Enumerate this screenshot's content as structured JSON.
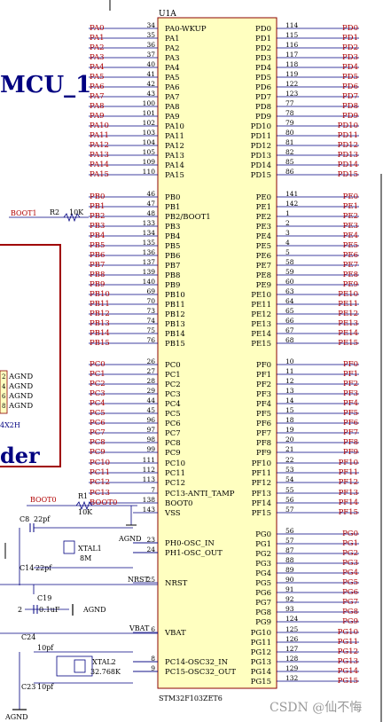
{
  "chip": {
    "ref": "U1A",
    "part": "STM32F103ZET6",
    "color_fill": "#ffffc0",
    "color_border": "#8b0000"
  },
  "colors": {
    "net_label": "#b00000",
    "wire": "#000080",
    "pin_number": "#000000",
    "block_border": "#a00000",
    "component": "#000080"
  },
  "left_pins": [
    {
      "name": "PA0-WKUP",
      "num": "34",
      "net": "PA0"
    },
    {
      "name": "PA1",
      "num": "35",
      "net": "PA1"
    },
    {
      "name": "PA2",
      "num": "36",
      "net": "PA2"
    },
    {
      "name": "PA3",
      "num": "37",
      "net": "PA3"
    },
    {
      "name": "PA4",
      "num": "40",
      "net": "PA4"
    },
    {
      "name": "PA5",
      "num": "41",
      "net": "PA5"
    },
    {
      "name": "PA6",
      "num": "42",
      "net": "PA6"
    },
    {
      "name": "PA7",
      "num": "43",
      "net": "PA7"
    },
    {
      "name": "PA8",
      "num": "100",
      "net": "PA8"
    },
    {
      "name": "PA9",
      "num": "101",
      "net": "PA9"
    },
    {
      "name": "PA10",
      "num": "102",
      "net": "PA10"
    },
    {
      "name": "PA11",
      "num": "103",
      "net": "PA11"
    },
    {
      "name": "PA12",
      "num": "104",
      "net": "PA12"
    },
    {
      "name": "PA13",
      "num": "105",
      "net": "PA13"
    },
    {
      "name": "PA14",
      "num": "109",
      "net": "PA14"
    },
    {
      "name": "PA15",
      "num": "110",
      "net": "PA15"
    },
    {
      "name": "PB0",
      "num": "46",
      "net": "PB0"
    },
    {
      "name": "PB1",
      "num": "47",
      "net": "PB1"
    },
    {
      "name": "PB2/BOOT1",
      "num": "48",
      "net": "PB2"
    },
    {
      "name": "PB3",
      "num": "133",
      "net": "PB3"
    },
    {
      "name": "PB4",
      "num": "134",
      "net": "PB4"
    },
    {
      "name": "PB5",
      "num": "135",
      "net": "PB5"
    },
    {
      "name": "PB6",
      "num": "136",
      "net": "PB6"
    },
    {
      "name": "PB7",
      "num": "137",
      "net": "PB7"
    },
    {
      "name": "PB8",
      "num": "139",
      "net": "PB8"
    },
    {
      "name": "PB9",
      "num": "140",
      "net": "PB9"
    },
    {
      "name": "PB10",
      "num": "69",
      "net": "PB10"
    },
    {
      "name": "PB11",
      "num": "70",
      "net": "PB11"
    },
    {
      "name": "PB12",
      "num": "73",
      "net": "PB12"
    },
    {
      "name": "PB13",
      "num": "74",
      "net": "PB13"
    },
    {
      "name": "PB14",
      "num": "75",
      "net": "PB14"
    },
    {
      "name": "PB15",
      "num": "76",
      "net": "PB15"
    },
    {
      "name": "PC0",
      "num": "26",
      "net": "PC0"
    },
    {
      "name": "PC1",
      "num": "27",
      "net": "PC1"
    },
    {
      "name": "PC2",
      "num": "28",
      "net": "PC2"
    },
    {
      "name": "PC3",
      "num": "29",
      "net": "PC3"
    },
    {
      "name": "PC4",
      "num": "44",
      "net": "PC4"
    },
    {
      "name": "PC5",
      "num": "45",
      "net": "PC5"
    },
    {
      "name": "PC6",
      "num": "96",
      "net": "PC6"
    },
    {
      "name": "PC7",
      "num": "97",
      "net": "PC7"
    },
    {
      "name": "PC8",
      "num": "98",
      "net": "PC8"
    },
    {
      "name": "PC9",
      "num": "99",
      "net": "PC9"
    },
    {
      "name": "PC10",
      "num": "111",
      "net": "PC10"
    },
    {
      "name": "PC11",
      "num": "112",
      "net": "PC11"
    },
    {
      "name": "PC12",
      "num": "113",
      "net": "PC12"
    },
    {
      "name": "PC13-ANTI_TAMP",
      "num": "7",
      "net": "PC13"
    },
    {
      "name": "BOOT0",
      "num": "138",
      "net": "BOOT0"
    },
    {
      "name": "VSS",
      "num": "143",
      "net": ""
    },
    {
      "name": "PH0-OSC_IN",
      "num": "23",
      "net": ""
    },
    {
      "name": "PH1-OSC_OUT",
      "num": "24",
      "net": ""
    },
    {
      "name": "NRST",
      "num": "25",
      "net": "NRST"
    },
    {
      "name": "VBAT",
      "num": "6",
      "net": "VBAT"
    },
    {
      "name": "PC14-OSC32_IN",
      "num": "8",
      "net": ""
    },
    {
      "name": "PC15-OSC32_OUT",
      "num": "9",
      "net": ""
    }
  ],
  "right_pins": [
    {
      "name": "PD0",
      "num": "114",
      "net": "PD0"
    },
    {
      "name": "PD1",
      "num": "115",
      "net": "PD1"
    },
    {
      "name": "PD2",
      "num": "116",
      "net": "PD2"
    },
    {
      "name": "PD3",
      "num": "117",
      "net": "PD3"
    },
    {
      "name": "PD4",
      "num": "118",
      "net": "PD4"
    },
    {
      "name": "PD5",
      "num": "119",
      "net": "PD5"
    },
    {
      "name": "PD6",
      "num": "122",
      "net": "PD6"
    },
    {
      "name": "PD7",
      "num": "123",
      "net": "PD7"
    },
    {
      "name": "PD8",
      "num": "77",
      "net": "PD8"
    },
    {
      "name": "PD9",
      "num": "78",
      "net": "PD9"
    },
    {
      "name": "PD10",
      "num": "79",
      "net": "PD10"
    },
    {
      "name": "PD11",
      "num": "80",
      "net": "PD11"
    },
    {
      "name": "PD12",
      "num": "81",
      "net": "PD12"
    },
    {
      "name": "PD13",
      "num": "82",
      "net": "PD13"
    },
    {
      "name": "PD14",
      "num": "85",
      "net": "PD14"
    },
    {
      "name": "PD15",
      "num": "86",
      "net": "PD15"
    },
    {
      "name": "PE0",
      "num": "141",
      "net": "PE0"
    },
    {
      "name": "PE1",
      "num": "142",
      "net": "PE1"
    },
    {
      "name": "PE2",
      "num": "1",
      "net": "PE2"
    },
    {
      "name": "PE3",
      "num": "2",
      "net": "PE3"
    },
    {
      "name": "PE4",
      "num": "3",
      "net": "PE4"
    },
    {
      "name": "PE5",
      "num": "4",
      "net": "PE5"
    },
    {
      "name": "PE6",
      "num": "5",
      "net": "PE6"
    },
    {
      "name": "PE7",
      "num": "58",
      "net": "PE7"
    },
    {
      "name": "PE8",
      "num": "59",
      "net": "PE8"
    },
    {
      "name": "PE9",
      "num": "60",
      "net": "PE9"
    },
    {
      "name": "PE10",
      "num": "63",
      "net": "PE10"
    },
    {
      "name": "PE11",
      "num": "64",
      "net": "PE11"
    },
    {
      "name": "PE12",
      "num": "65",
      "net": "PE12"
    },
    {
      "name": "PE13",
      "num": "66",
      "net": "PE13"
    },
    {
      "name": "PE14",
      "num": "67",
      "net": "PE14"
    },
    {
      "name": "PE15",
      "num": "68",
      "net": "PE15"
    },
    {
      "name": "PF0",
      "num": "10",
      "net": "PF0"
    },
    {
      "name": "PF1",
      "num": "11",
      "net": "PF1"
    },
    {
      "name": "PF2",
      "num": "12",
      "net": "PF2"
    },
    {
      "name": "PF3",
      "num": "13",
      "net": "PF3"
    },
    {
      "name": "PF4",
      "num": "14",
      "net": "PF4"
    },
    {
      "name": "PF5",
      "num": "15",
      "net": "PF5"
    },
    {
      "name": "PF6",
      "num": "18",
      "net": "PF6"
    },
    {
      "name": "PF7",
      "num": "19",
      "net": "PF7"
    },
    {
      "name": "PF8",
      "num": "20",
      "net": "PF8"
    },
    {
      "name": "PF9",
      "num": "21",
      "net": "PF9"
    },
    {
      "name": "PF10",
      "num": "22",
      "net": "PF10"
    },
    {
      "name": "PF11",
      "num": "53",
      "net": "PF11"
    },
    {
      "name": "PF12",
      "num": "54",
      "net": "PF12"
    },
    {
      "name": "PF13",
      "num": "55",
      "net": "PF13"
    },
    {
      "name": "PF14",
      "num": "56",
      "net": "PF14"
    },
    {
      "name": "PF15",
      "num": "57",
      "net": "PF15"
    },
    {
      "name": "PG0",
      "num": "56",
      "net": "PG0"
    },
    {
      "name": "PG1",
      "num": "57",
      "net": "PG1"
    },
    {
      "name": "PG2",
      "num": "87",
      "net": "PG2"
    },
    {
      "name": "PG3",
      "num": "88",
      "net": "PG3"
    },
    {
      "name": "PG4",
      "num": "89",
      "net": "PG4"
    },
    {
      "name": "PG5",
      "num": "90",
      "net": "PG5"
    },
    {
      "name": "PG6",
      "num": "91",
      "net": "PG6"
    },
    {
      "name": "PG7",
      "num": "92",
      "net": "PG7"
    },
    {
      "name": "PG8",
      "num": "93",
      "net": "PG8"
    },
    {
      "name": "PG9",
      "num": "124",
      "net": "PG9"
    },
    {
      "name": "PG10",
      "num": "125",
      "net": "PG10"
    },
    {
      "name": "PG11",
      "num": "126",
      "net": "PG11"
    },
    {
      "name": "PG12",
      "num": "127",
      "net": "PG12"
    },
    {
      "name": "PG13",
      "num": "128",
      "net": "PG13"
    },
    {
      "name": "PG14",
      "num": "129",
      "net": "PG14"
    },
    {
      "name": "PG15",
      "num": "132",
      "net": "PG15"
    }
  ],
  "labels": {
    "block_title": "MCU_1",
    "block_footer": "der",
    "boot1_net": "BOOT1",
    "r2_ref": "R2",
    "r2_val": "10K",
    "boot0_net": "BOOT0",
    "r1_ref": "R1",
    "r1_val": "10K",
    "header_ref": "4X2H",
    "agnd": "AGND",
    "agnd_pins": [
      "AGND",
      "AGND",
      "AGND",
      "AGND"
    ],
    "agnd_pin_nums": [
      "2",
      "4",
      "6",
      "8"
    ],
    "c8_ref": "C8",
    "c8_val": "22pf",
    "c14_ref": "C14",
    "c14_val": "22pf",
    "xtal1_ref": "XTAL1",
    "xtal1_val": "8M",
    "c19_ref": "C19",
    "c19_val": "0.1uF",
    "c19_pin": "2",
    "c24_ref": "C24",
    "c24_val": "10pf",
    "c23_ref": "C23",
    "c23_val": "10pf",
    "xtal2_ref": "XTAL2",
    "xtal2_val": "32.768K",
    "nrst_net": "NRST",
    "vbat_net": "VBAT"
  },
  "watermark": "CSDN @仙不悔"
}
